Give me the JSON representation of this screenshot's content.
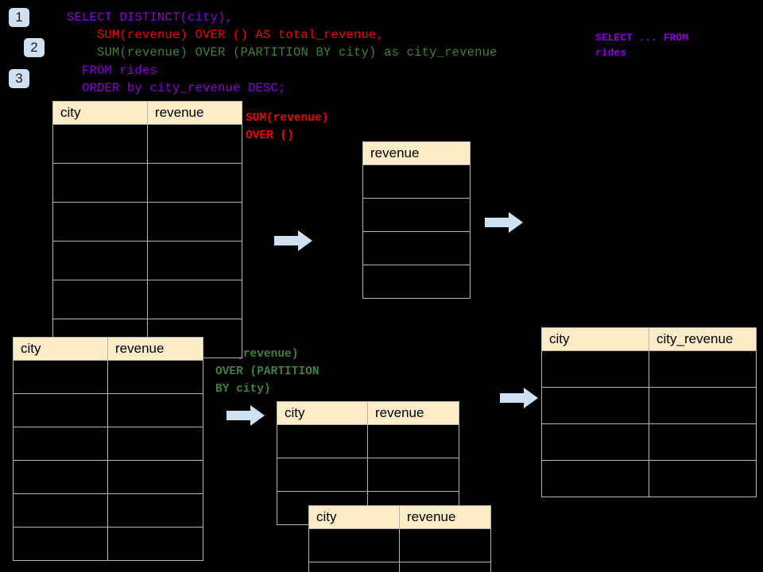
{
  "steps": [
    {
      "label": "1"
    },
    {
      "label": "2"
    },
    {
      "label": "3"
    }
  ],
  "query": {
    "line1": "SELECT DISTINCT(city),",
    "line2": "    SUM(revenue) OVER () AS total_revenue,",
    "line3": "    SUM(revenue) OVER (PARTITION BY city) as city_revenue",
    "line4": "  FROM rides",
    "line5": "  ORDER by city_revenue DESC;"
  },
  "annotations": {
    "select_from": "SELECT ... FROM\nrides",
    "sum_over_empty": "SUM(revenue)\nOVER ()",
    "sum_over_partition": "SUM(revenue)\nOVER (PARTITION\nBY city)"
  },
  "tables": {
    "source_top": {
      "headers": [
        "city",
        "revenue"
      ],
      "row_count": 6
    },
    "total_revenue": {
      "headers": [
        "revenue"
      ],
      "row_count": 4
    },
    "source_bottom": {
      "headers": [
        "city",
        "revenue"
      ],
      "row_count": 6
    },
    "partition_back": {
      "headers": [
        "city",
        "revenue"
      ],
      "row_count": 3
    },
    "partition_front": {
      "headers": [
        "city",
        "revenue"
      ],
      "row_count": 2
    },
    "result": {
      "headers": [
        "city",
        "city_revenue"
      ],
      "row_count": 4
    }
  },
  "arrows": [
    {
      "name": "arrow-top-left"
    },
    {
      "name": "arrow-top-right"
    },
    {
      "name": "arrow-bottom-left"
    },
    {
      "name": "arrow-bottom-right"
    }
  ],
  "colors": {
    "background": "#000000",
    "header_fill": "#fdecc8",
    "grid_line": "#b4b4b4",
    "badge_fill": "#cfe0f2",
    "arrow_fill": "#cfe0f2",
    "sql_keyword": "#8b00d9",
    "sql_total": "#ee0000",
    "sql_partition": "#3f7f3f"
  }
}
